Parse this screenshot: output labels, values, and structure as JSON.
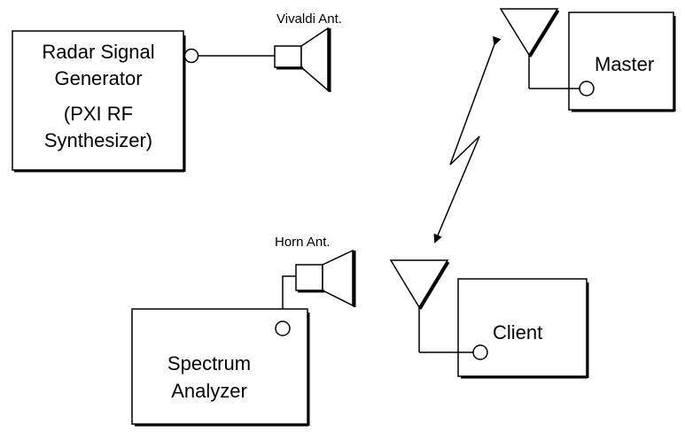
{
  "radar_generator": {
    "line1": "Radar Signal",
    "line2": "Generator",
    "line3": "(PXI RF",
    "line4": "Synthesizer)"
  },
  "vivaldi_antenna": {
    "label": "Vivaldi Ant."
  },
  "master": {
    "label": "Master"
  },
  "horn_antenna": {
    "label": "Horn Ant."
  },
  "spectrum_analyzer": {
    "line1": "Spectrum",
    "line2": "Analyzer"
  },
  "client": {
    "label": "Client"
  }
}
